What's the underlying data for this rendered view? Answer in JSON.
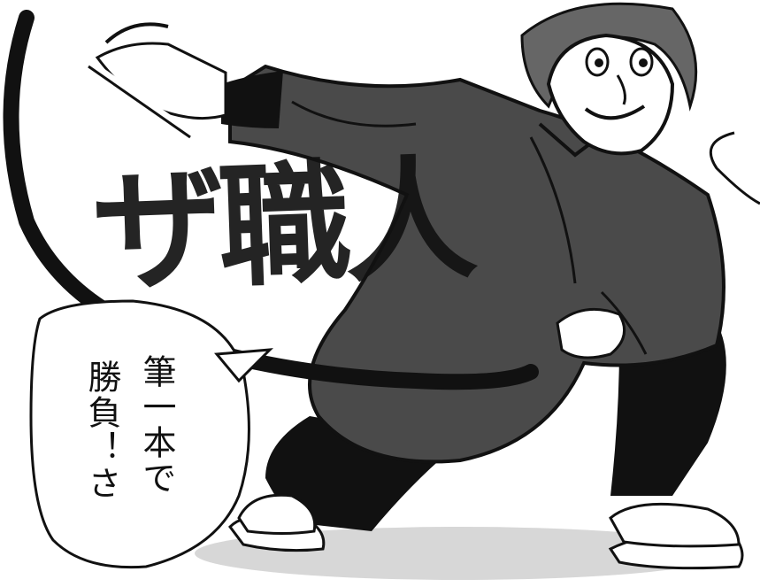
{
  "title": "ザ職人",
  "speech_bubble": {
    "line1": "筆一本で",
    "line2": "勝負！さ"
  },
  "colors": {
    "ink": "#111111",
    "screentone": "#4a4a4a",
    "paper": "#ffffff"
  }
}
